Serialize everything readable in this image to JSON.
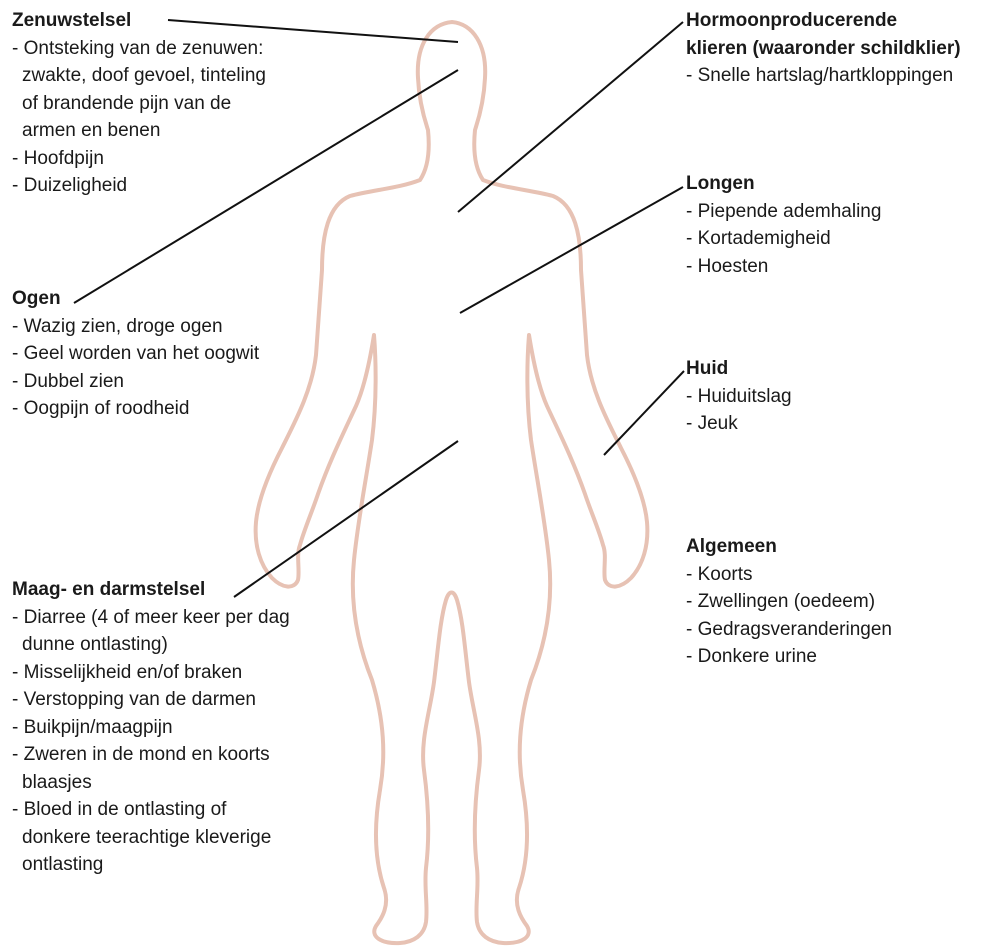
{
  "nervous": {
    "title": "Zenuwstelsel",
    "items": [
      "- Ontsteking van de zenuwen:",
      "  zwakte, doof  gevoel, tinteling",
      "  of brandende pijn van de",
      "  armen en benen",
      "- Hoofdpijn",
      "- Duizeligheid"
    ]
  },
  "hormone": {
    "title_line1": "Hormoonproducerende",
    "title_line2": "klieren (waaronder schildklier)",
    "items": [
      "- Snelle hartslag/hartkloppingen"
    ]
  },
  "lungs": {
    "title": "Longen",
    "items": [
      "- Piepende ademhaling",
      "- Kortademigheid",
      "- Hoesten"
    ]
  },
  "eyes": {
    "title": "Ogen",
    "items": [
      "- Wazig zien, droge ogen",
      "- Geel worden van het oogwit",
      "- Dubbel zien",
      "- Oogpijn of roodheid"
    ]
  },
  "skin": {
    "title": "Huid",
    "items": [
      "- Huiduitslag",
      "- Jeuk"
    ]
  },
  "general": {
    "title": "Algemeen",
    "items": [
      "- Koorts",
      "- Zwellingen (oedeem)",
      "- Gedragsveranderingen",
      "- Donkere urine"
    ]
  },
  "gut": {
    "title": "Maag- en darmstelsel",
    "items": [
      "- Diarree (4 of meer keer per dag",
      "  dunne ontlasting)",
      "- Misselijkheid en/of braken",
      "- Verstopping van de darmen",
      "- Buikpijn/maagpijn",
      "- Zweren in de mond en koorts",
      "  blaasjes",
      "- Bloed in de ontlasting of",
      "  donkere teerachtige kleverige",
      "  ontlasting"
    ]
  },
  "colors": {
    "outline": "#e7c2b4",
    "leader": "#111111",
    "text": "#1a1a1a"
  }
}
